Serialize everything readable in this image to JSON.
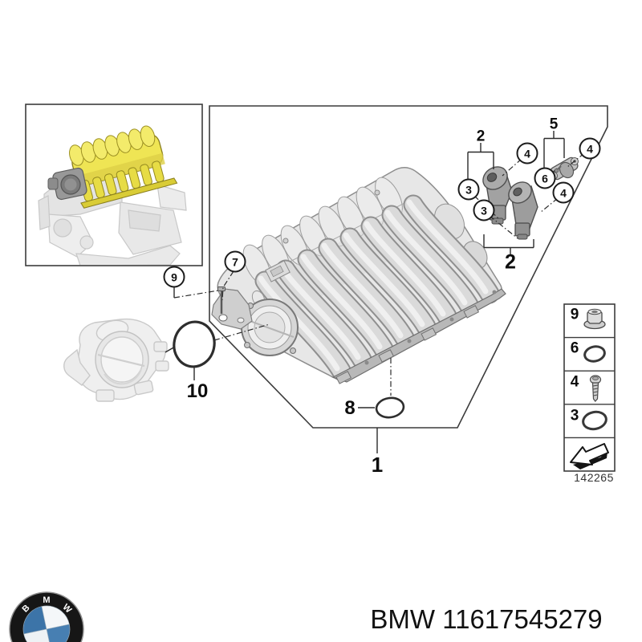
{
  "diagram": {
    "title_hint": "BMW intake manifold exploded parts diagram",
    "callouts": {
      "plain": [
        {
          "label": "2"
        },
        {
          "label": "5"
        },
        {
          "label": "2"
        },
        {
          "label": "8"
        },
        {
          "label": "10"
        },
        {
          "label": "1"
        }
      ],
      "circled": [
        {
          "label": "3"
        },
        {
          "label": "3"
        },
        {
          "label": "4"
        },
        {
          "label": "4"
        },
        {
          "label": "4"
        },
        {
          "label": "6"
        },
        {
          "label": "7"
        },
        {
          "label": "9"
        }
      ]
    },
    "legend": {
      "rows": [
        {
          "label": "9",
          "icon": "flange-nut-icon"
        },
        {
          "label": "6",
          "icon": "o-ring-icon"
        },
        {
          "label": "4",
          "icon": "screw-icon"
        },
        {
          "label": "3",
          "icon": "o-ring-icon"
        },
        {
          "label": "",
          "icon": "direction-arrow-icon"
        }
      ],
      "drawing_number": "142265"
    },
    "colors": {
      "highlight_yellow": "#efe554",
      "line_black": "#333333",
      "ghost_gray": "#c9c9c9"
    }
  },
  "footer": {
    "logo_letters": [
      "B",
      "M",
      "W"
    ],
    "part_text": "BMW 11617545279",
    "bmw_blue": "#3c74a8"
  }
}
